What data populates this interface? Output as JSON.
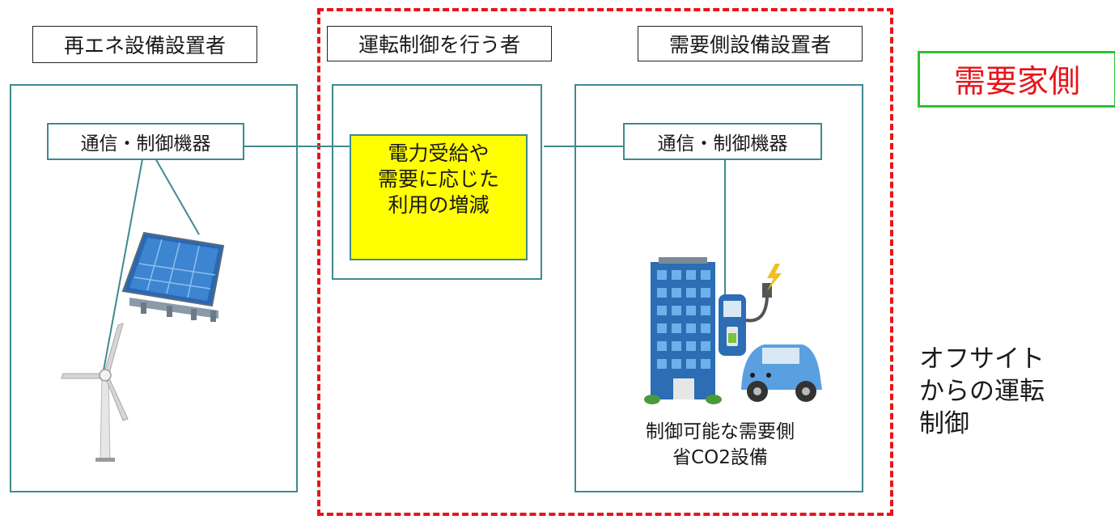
{
  "headers": {
    "renewable_installer": "再エネ設備設置者",
    "operator": "運転制御を行う者",
    "demand_installer": "需要側設備設置者"
  },
  "left_panel": {
    "comm_label": "通信・制御機器"
  },
  "middle_panel": {
    "control_text": "電力受給や\n需要に応じた\n利用の増減"
  },
  "right_panel": {
    "comm_label": "通信・制御機器",
    "caption": "制御可能な需要側\n省CO2設備"
  },
  "demand_side_tag": "需要家側",
  "offsite_text": "オフサイト\nからの運転\n制御",
  "colors": {
    "teal_border": "#3e8a8f",
    "red_dashed": "#e8141a",
    "green_tag_border": "#2fbf2f",
    "control_fill": "#ffff00"
  }
}
